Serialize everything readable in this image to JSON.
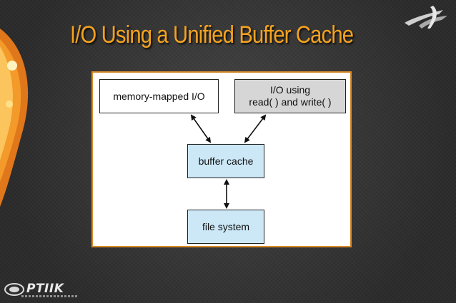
{
  "slide": {
    "title": "I/O Using a Unified Buffer Cache"
  },
  "diagram": {
    "nodes": {
      "memory_mapped_io": "memory-mapped I/O",
      "io_rw_line1": "I/O using",
      "io_rw_line2": "read( ) and write( )",
      "buffer_cache": "buffer cache",
      "file_system": "file system"
    }
  },
  "branding": {
    "footer_logo_text": "PTIIK"
  },
  "colors": {
    "title": "#f5a21f",
    "panel_border": "#d98a2a",
    "cache_fill": "#cce8f7",
    "rw_fill": "#d6d6d6"
  }
}
